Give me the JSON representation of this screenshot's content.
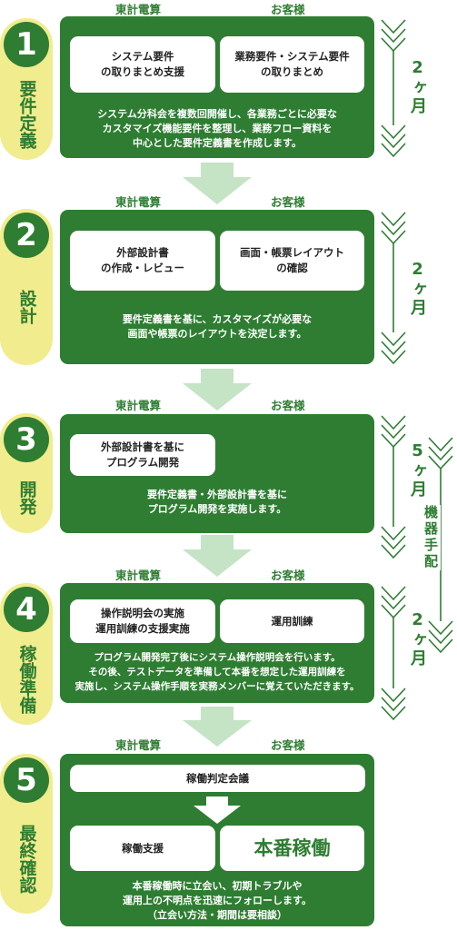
{
  "headers": {
    "left": "東計電算",
    "right": "お客様"
  },
  "equipment": "機器手配",
  "steps": [
    {
      "num": "1",
      "title": "要件定義",
      "left_task": "システム要件\nの取りまとめ支援",
      "right_task": "業務要件・システム要件\nの取りまとめ",
      "desc": "システム分科会を複数回開催し、各業務ごとに必要な\nカスタマイズ機能要件を整理し、業務フロー資料を\n中心とした要件定義書を作成します。",
      "duration": "2ヶ月"
    },
    {
      "num": "2",
      "title": "設計",
      "left_task": "外部設計書\nの作成・レビュー",
      "right_task": "画面・帳票レイアウト\nの確認",
      "desc": "要件定義書を基に、カスタマイズが必要な\n画面や帳票のレイアウトを決定します。",
      "duration": "2ヶ月"
    },
    {
      "num": "3",
      "title": "開発",
      "left_task": "外部設計書を基に\nプログラム開発",
      "desc": "要件定義書・外部設計書を基に\nプログラム開発を実施します。",
      "duration": "5ヶ月"
    },
    {
      "num": "4",
      "title": "稼働準備",
      "left_task": "操作説明会の実施\n運用訓練の支援実施",
      "right_task": "運用訓練",
      "desc": "プログラム開発完了後にシステム操作説明会を行います。\nその後、テストデータを準備して本番を想定した運用訓練を\n実施し、システム操作手順を実務メンバーに覚えていただきます。",
      "duration": "2ヶ月"
    },
    {
      "num": "5",
      "title": "最終確認",
      "top_task": "稼働判定会議",
      "left_task": "稼働支援",
      "right_task": "本番稼働",
      "desc": "本番稼働時に立会い、初期トラブルや\n運用上の不明点を迅速にフォローします。\n（立会い方法・期間は要相談）"
    }
  ]
}
